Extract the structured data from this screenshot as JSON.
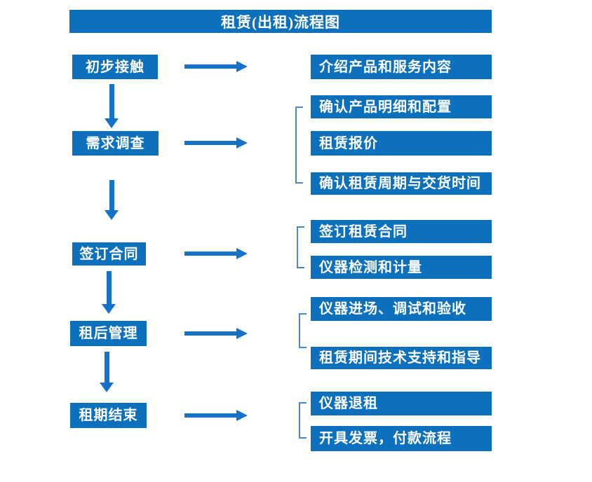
{
  "title": "租赁(出租)流程图",
  "colors": {
    "box_fill": "#0D70BC",
    "arrow": "#1473C8",
    "bracket": "#4E86C6",
    "text": "#FFFFFF",
    "background": "#FFFFFF"
  },
  "steps": [
    {
      "label": "初步接触",
      "details": [
        "介绍产品和服务内容"
      ]
    },
    {
      "label": "需求调查",
      "details": [
        "确认产品明细和配置",
        "租赁报价",
        "确认租赁周期与交货时间"
      ]
    },
    {
      "label": "签订合同",
      "details": [
        "签订租赁合同",
        "仪器检测和计量"
      ]
    },
    {
      "label": "租后管理",
      "details": [
        "仪器进场、调试和验收",
        "租赁期间技术支持和指导"
      ]
    },
    {
      "label": "租期结束",
      "details": [
        "仪器退租",
        "开具发票，付款流程"
      ]
    }
  ]
}
